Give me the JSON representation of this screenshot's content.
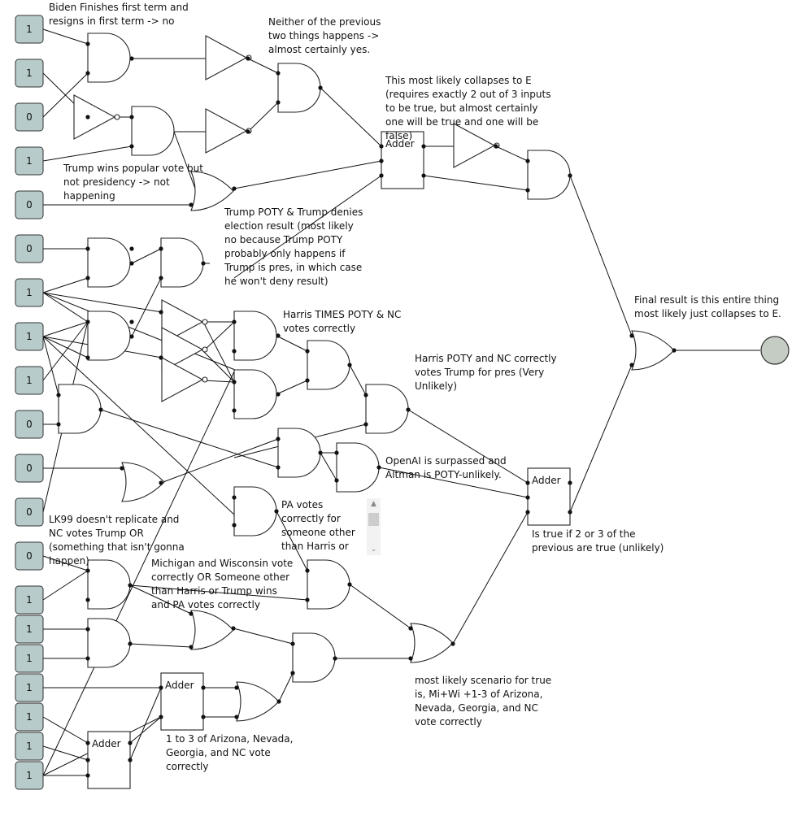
{
  "inputs": [
    "1",
    "1",
    "0",
    "1",
    "0",
    "0",
    "1",
    "1",
    "1",
    "0",
    "0",
    "0",
    "0",
    "1",
    "1",
    "1",
    "1",
    "1",
    "1",
    "1"
  ],
  "adder_label": "Adder",
  "annotations": {
    "biden": "Biden Finishes first term and resigns in first term -> no",
    "neither": "Neither of the previous two things happens -> almost certainly yes.",
    "collapse": "This most likely collapses to E (requires exactly 2 out of 3 inputs to be true, but almost certainly one will be true and one will be false)",
    "popular": "Trump wins popular vote but not presidency -> not happening",
    "poty_deny": "Trump POTY & Trump denies election result (most likely no because Trump POTY probably only happens if Trump is pres, in which case he won't deny result)",
    "final": "Final result is this entire thing most likely just collapses to E.",
    "harris_times": "Harris TIMES POTY & NC votes correctly",
    "harris_poty": "Harris POTY and NC correctly votes Trump for pres (Very Unlikely)",
    "openai": "OpenAI is surpassed and Altman is POTY-unlikely.",
    "pa": "PA votes correctly for someone other than Harris or",
    "lk99": "LK99 doesn't replicate and NC votes Trump OR (something that isn't gonna happen)",
    "michigan": "Michigan and Wisconsin vote correctly OR Someone other than Harris or Trump wins and PA votes correctly",
    "is_true": "Is true if 2 or 3 of the previous are true (unlikely)",
    "most_likely": "most likely scenario for true is, Mi+Wi +1-3 of Arizona, Nevada, Georgia, and NC vote correctly",
    "one_to_three": "1 to 3 of Arizona, Nevada, Georgia, and NC vote correctly"
  }
}
